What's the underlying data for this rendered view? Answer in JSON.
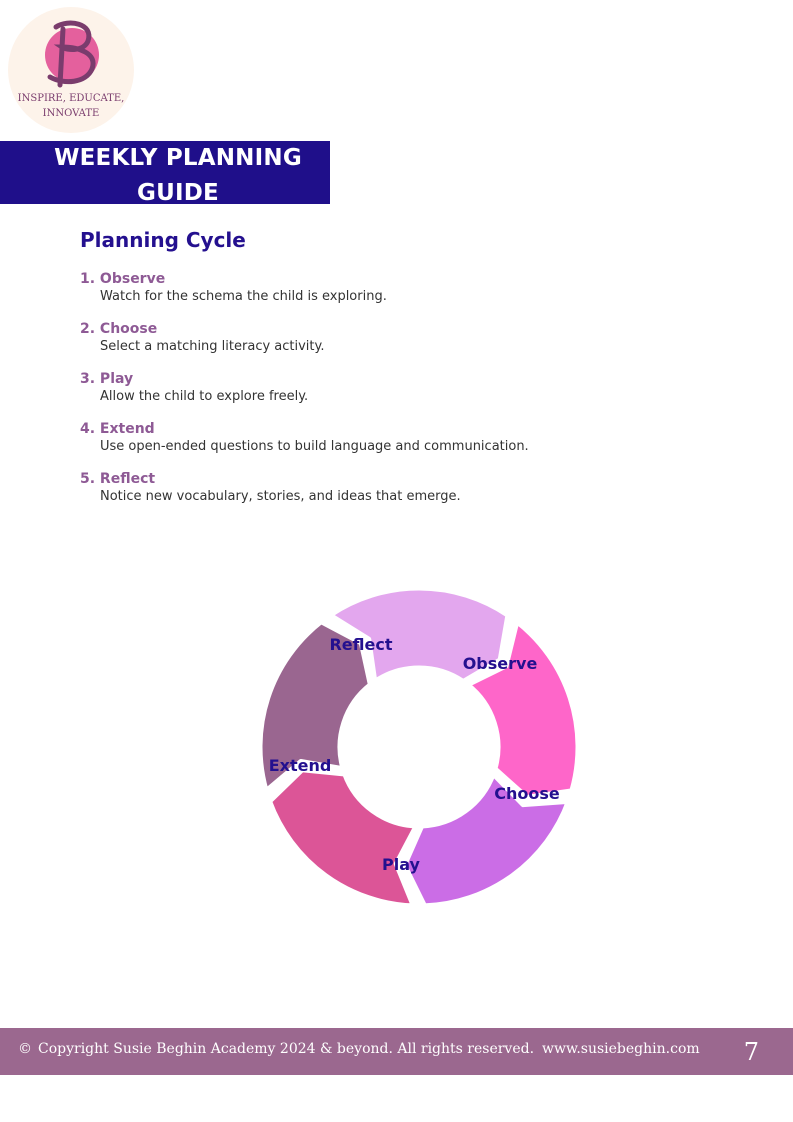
{
  "logo": {
    "tagline_line1": "INSPIRE, EDUCATE,",
    "tagline_line2": "INNOVATE"
  },
  "header": {
    "title_line1": "WEEKLY PLANNING",
    "title_line2": "GUIDE"
  },
  "section": {
    "heading": "Planning Cycle",
    "steps": [
      {
        "title": "1. Observe",
        "description": "Watch for the schema the child is exploring."
      },
      {
        "title": "2. Choose",
        "description": "Select a matching literacy activity."
      },
      {
        "title": "3. Play",
        "description": "Allow the child to explore freely."
      },
      {
        "title": "4. Extend",
        "description": "Use open-ended questions to build language and communication."
      },
      {
        "title": "5. Reflect",
        "description": "Notice new vocabulary, stories, and ideas that emerge."
      }
    ]
  },
  "cycle": {
    "segments": [
      {
        "label": "Observe",
        "color": "#fe66c9"
      },
      {
        "label": "Choose",
        "color": "#cb6de6"
      },
      {
        "label": "Play",
        "color": "#dc5597"
      },
      {
        "label": "Extend",
        "color": "#9a6690"
      },
      {
        "label": "Reflect",
        "color": "#e3a7ee"
      }
    ]
  },
  "footer": {
    "copyright_symbol": "©",
    "copyright_text": "Copyright Susie Beghin Academy 2024 & beyond. All rights reserved.",
    "website": "www.susiebeghin.com",
    "page_number": "7"
  },
  "colors": {
    "brand_navy": "#1f0f8a",
    "heading": "#24108f",
    "step_title": "#8e5a95",
    "footer_bg": "#9b688f"
  }
}
